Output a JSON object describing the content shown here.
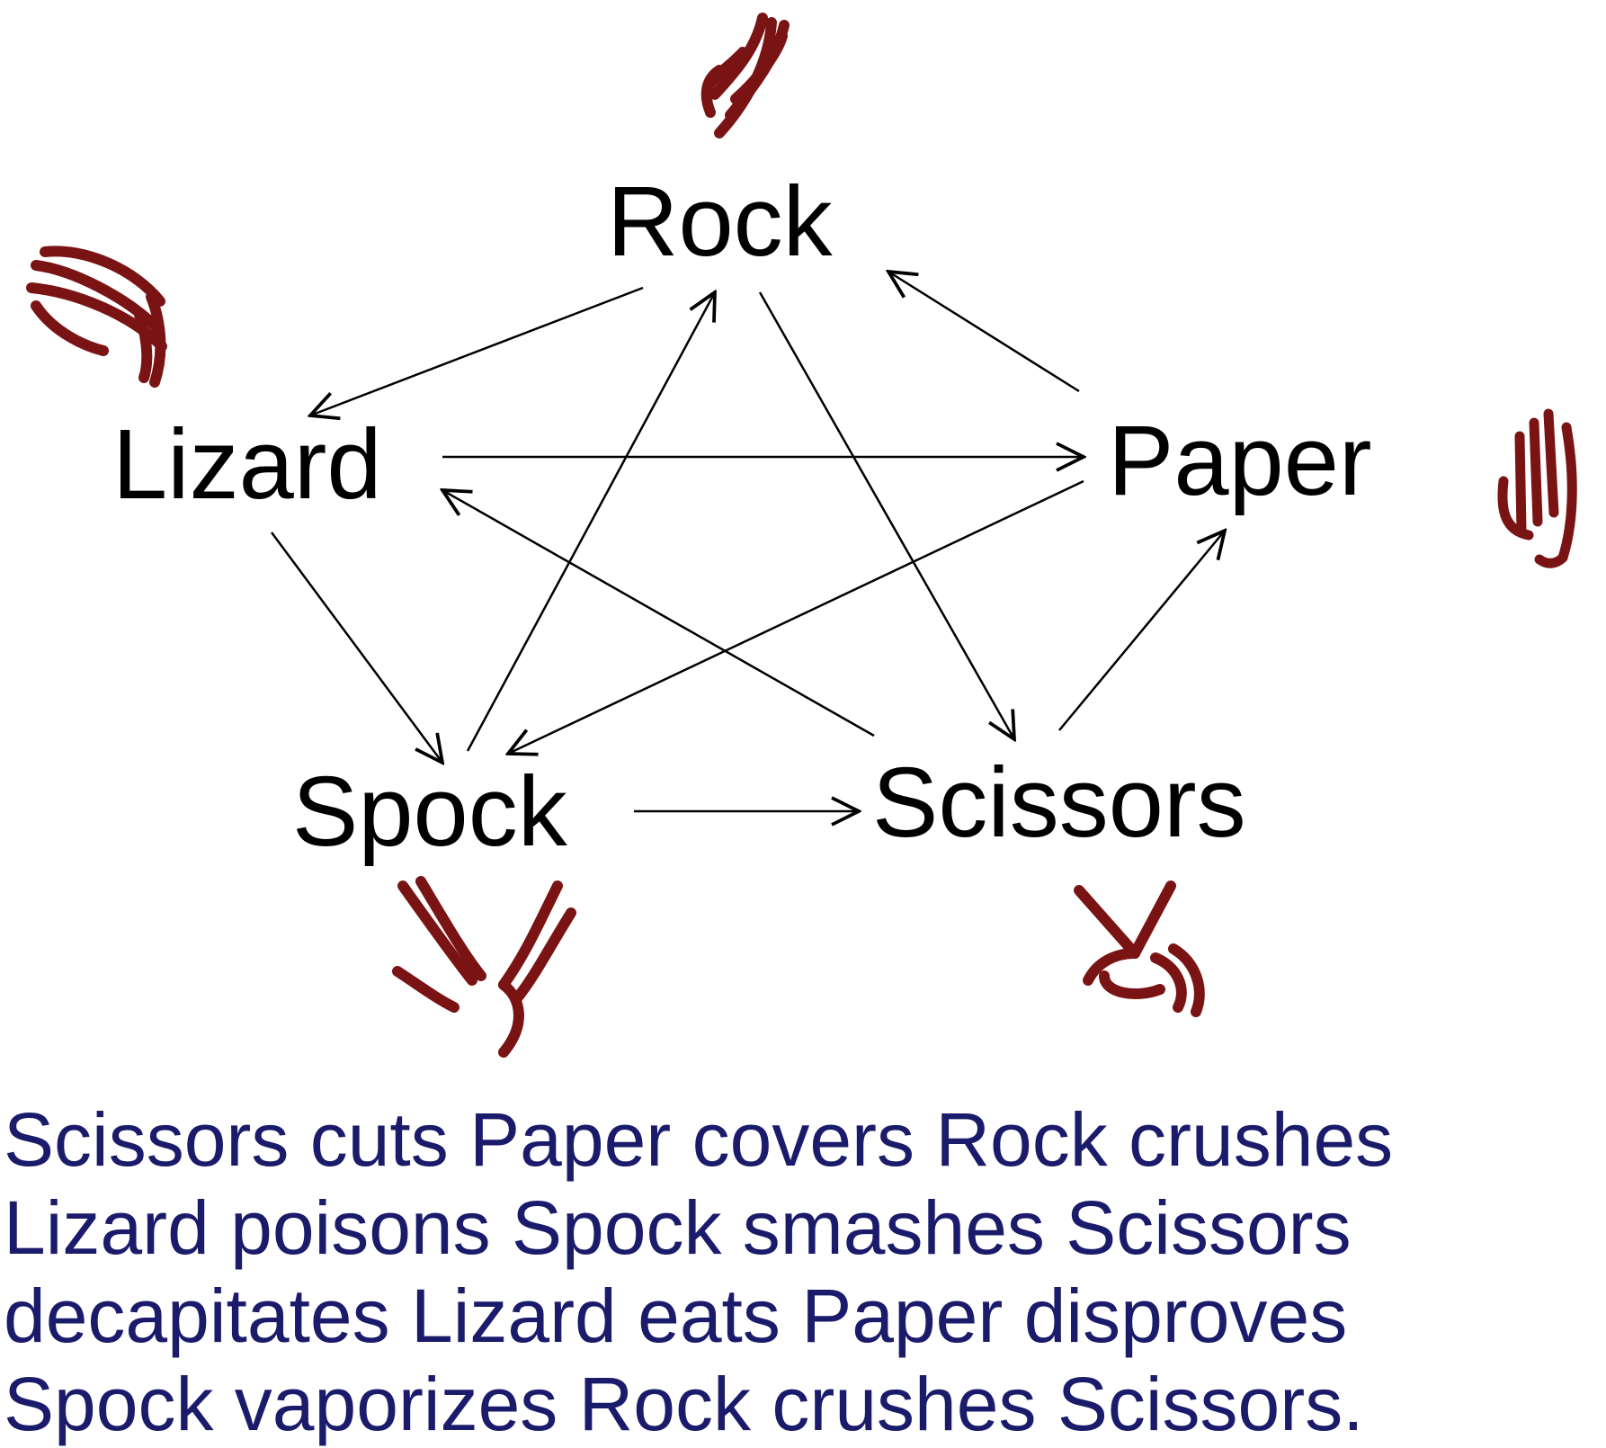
{
  "diagram": {
    "nodes": [
      {
        "id": "rock",
        "label": "Rock",
        "icon": "rock-hand-icon"
      },
      {
        "id": "paper",
        "label": "Paper",
        "icon": "paper-hand-icon"
      },
      {
        "id": "scissors",
        "label": "Scissors",
        "icon": "scissors-hand-icon"
      },
      {
        "id": "spock",
        "label": "Spock",
        "icon": "spock-hand-icon"
      },
      {
        "id": "lizard",
        "label": "Lizard",
        "icon": "lizard-hand-icon"
      }
    ],
    "edges": [
      {
        "from": "rock",
        "to": "lizard"
      },
      {
        "from": "rock",
        "to": "scissors"
      },
      {
        "from": "paper",
        "to": "rock"
      },
      {
        "from": "paper",
        "to": "spock"
      },
      {
        "from": "scissors",
        "to": "paper"
      },
      {
        "from": "scissors",
        "to": "lizard"
      },
      {
        "from": "spock",
        "to": "rock"
      },
      {
        "from": "spock",
        "to": "scissors"
      },
      {
        "from": "lizard",
        "to": "paper"
      },
      {
        "from": "lizard",
        "to": "spock"
      }
    ]
  },
  "caption": {
    "lines": [
      "Scissors cuts Paper covers Rock crushes",
      "Lizard poisons Spock smashes Scissors",
      "decapitates Lizard eats Paper disproves",
      "Spock vaporizes Rock crushes Scissors."
    ]
  },
  "colors": {
    "label": "#000000",
    "arrow": "#000000",
    "icon": "#7a1414",
    "caption": "#1b1b6b"
  }
}
